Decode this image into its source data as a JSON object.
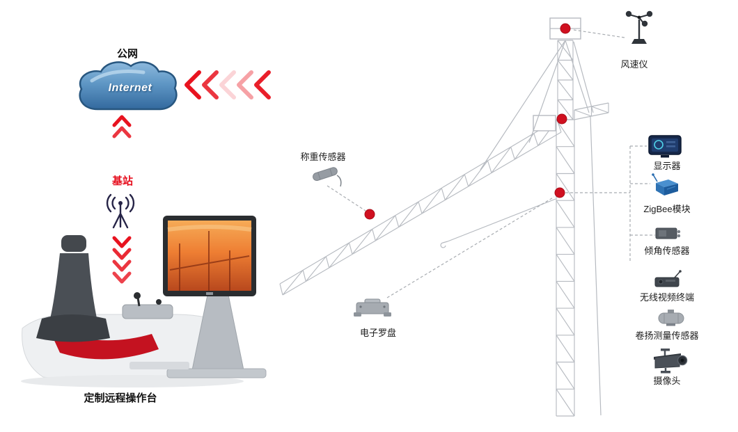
{
  "diagram": {
    "network": {
      "public_net_label": "公网",
      "cloud_text": "Internet",
      "base_station_label": "基站"
    },
    "console": {
      "label": "定制远程操作台"
    },
    "crane_labels": {
      "weight_sensor": "称重传感器",
      "anemometer": "风速仪",
      "compass": "电子罗盘"
    },
    "device_list": [
      {
        "label": "显示器",
        "icon": "monitor-icon"
      },
      {
        "label": "ZigBee模块",
        "icon": "zigbee-module-icon"
      },
      {
        "label": "倾角传感器",
        "icon": "tilt-sensor-icon"
      },
      {
        "label": "无线视频终端",
        "icon": "wireless-video-terminal-icon"
      },
      {
        "label": "卷扬测量传感器",
        "icon": "hoist-measure-sensor-icon"
      },
      {
        "label": "摄像头",
        "icon": "camera-icon"
      }
    ],
    "colors": {
      "accent_red": "#e8131f",
      "cloud_blue": "#4a88bb",
      "line_gray": "#b6bac0"
    }
  }
}
